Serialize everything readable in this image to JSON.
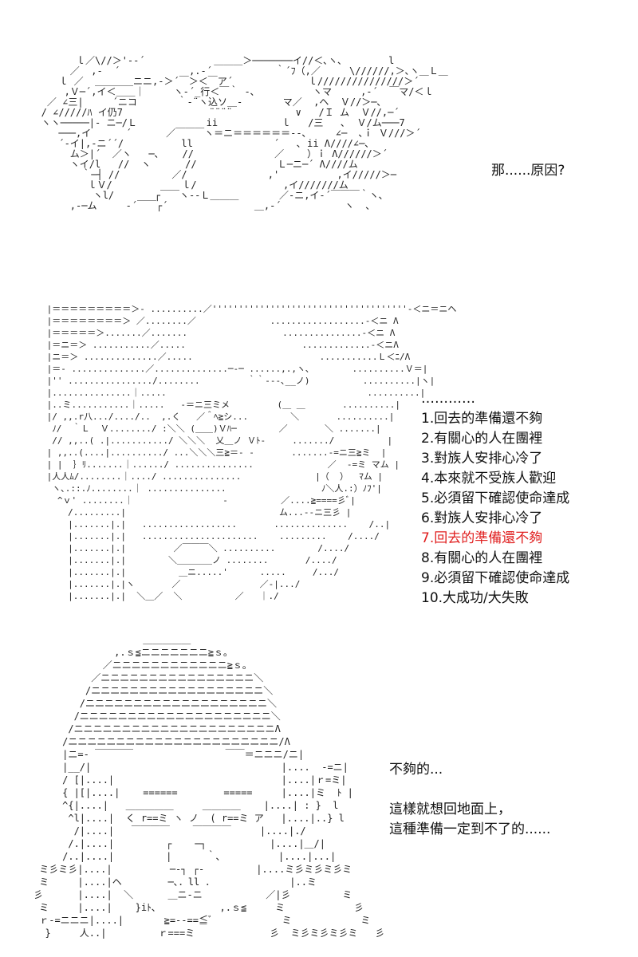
{
  "panel1": {
    "art": "         ｌ／\\//＞'‐‐´            ＿＿＿＞───────イ//＜､ヽ､        l\n        ／  ,‐  ´            ,.‐´           ｀´ﾌ（,／     \\//////,＞､ヽ＿Ｌ＿\n      ｌ ／  ＿＿＿＿ニニ,‐＞´￣＞＜￣ア´             ｌ///////////////＞´\n       ,Ｖ─´,イ＜＿＿｜     ヽ‐´_行＜￣｀ ‐､          ヽマ     ,‐´  ￣マ/＜ｌ\n    ／ ∠三|     ´ニコ       ｀‐¨ヽ込ソ＿‐       マ／  ,ヘ  Ｖ//＞─､\n   / ∠/////ﾊ イ仍7               ¨¨¨¨           ∨   /Ｉ ム  Ｖ//,─´\n   ヽヽ─────|‐ ニ─/Ｌ            ii           ｌ   /三   ､  Ｖ/ム───7\n      ───,イ      ´      ／￣￣￣ヽ＝ニ＝＝＝＝＝＝‐‐､     ∠─  ､ｉ Ｖ///＞´\n      ´‐イ|,‐ニ´´/          ll              ´   ､ ii Λ////∠─､\n        ム＞|´  ／ヽ   ─､    //              ／    ）ｉ Λ//////＞´\n        ヽイ/l   //  ヽ      //              Ｌ─ニ─´ Λ////ム\n          ｀─┤ //         ／/              ,'          ,イ/////＞─\n           ｌＶ/            ｌ/               ,イ///////ム\n            ヽl/       ┌￣￣ヽ‐‐Ｌ＿＿＿       ／‐ニ,イ‐´￣￣￣｀ヽ､\n        ,‐─ム     ‐´￣￣┌´               ＿,‐´           ヽ  ､",
    "caption": "那......原因?"
  },
  "panel2": {
    "art": " |＝＝＝＝＝＝＝＝＝＞‐ ..........／'''''''''''''''''''''''''''''''''''''‐＜ニ＝ニヘ\n |＝＝＝＝＝＝＝＝＞ ／........／              ..................‐＜ニ Λ\n |＝＝＝＝＝＞.......／.......                  ...............‐＜ニ Λ\n |＝ニ＝＞ ...........／.....                      .............‐＜ニΛ\n |ニ＝＞ ..............／.....                        ...........Ｌ＜ﾆ/Λ\n |＝‐ ..............／..............─‐─ ......,.,ヽ､        ..........Ｖ＝|\n |'' ................/........         ｀｀‐‐‐､__ノ)          ..........|ヽ|\n |...............｜.....                                      ..........|\n |..ミ...........｜.....   ‐＝ニ三ミメ         (＿ ＿       ..........|\n |/ ,,.r八.../..../..  ,.く   ／＾ﾍ≧シ...        ＼       ..........|\n  ﾉ/  ｀Ｌ  Ｖ......../ :＼＼ (＿＿)Ｖﾊ─        ／       ＼ .......|\n  // ,,..( .|.........../ ＼＼＼  乂＿ノ Ｖﾄ‐     ......./          |\n | ,,..(....|........../ ...＼＼＼三≧＝‐ ‐       .......‐=ニ三≧ミ  |\n | |  ｝ﾘ.......｜....../ ...............              ／  ‐=ミ マム |\n |人人ﾑ/........｜..../ ...............              |（  ）  ﾏム |\n  ヽ､.::.ﾉ........｜ ...............                  ﾉ＼人.:）ﾉﾌ'|\n   ^ｖ' ........｜                 ‐          ／....≧====彡ﾞ|\n     /.........|                             ム...‐‐ニ三彡 |\n     |.......|.|   ..................       ..............    /..|\n     |.......|.|   ......................    .........    /..../\n     |.......|.|         ／￣￣￣＼ ..........        /..../\n     |.......|.|        ＼＿＿＿＿ノ ........       /..../\n     |.......|.|          ＿ニ.....'      .....     /.../\n     |.......|.|ヽ       ／               ／‐|.../\n     |.......|.|  ＼＿／  ＼          ／   ｜./",
    "lines": [
      {
        "text": "…………",
        "color": "#111111"
      },
      {
        "text": "1.回去的準備還不夠",
        "color": "#111111"
      },
      {
        "text": "2.有關心的人在團裡",
        "color": "#111111"
      },
      {
        "text": "3.對族人安排心冷了",
        "color": "#111111"
      },
      {
        "text": "4.本來就不受族人歡迎",
        "color": "#111111"
      },
      {
        "text": "5.必須留下確認使命達成",
        "color": "#111111"
      },
      {
        "text": "6.對族人安排心冷了",
        "color": "#111111"
      },
      {
        "text": "7.回去的準備還不夠",
        "color": "#e02020"
      },
      {
        "text": "8.有關心的人在團裡",
        "color": "#111111"
      },
      {
        "text": "9.必須留下確認使命達成",
        "color": "#111111"
      },
      {
        "text": "10.大成功/大失敗",
        "color": "#111111"
      }
    ]
  },
  "panel3": {
    "art": "                   ＿＿＿＿＿\n              ,.ｓ≦ニニニニニニニ≧ｓ｡\n            ／ニニニニニニニニニニニニ≧ｓ｡\n          ／ニニニニニニニニニニニニニニニニ＼\n         /ニニニニニニニニニニニニニニニニニニ＼\n        /ニニニニニニニニニニニニニニニニニニニ＼\n       /ニニニニニニニニニニニニニニニニニニニニ＼\n      /ニニニニニニニニニニニニニニニニニニニニニΛ\n     /ニニニニニニニニニニニニニニニニニニニニニニ/Λ\n     |ニ=‐ ￣￣￣￣                ￣￣＝ニニニ/ニ|\n     |__/|                                 |....  ‐=ニ|\n     / [|....|                             |....|ｒ=ミ|\n     { |[|....|    ======        =====     |....|ミ  ﾄ |\n     ^{|....|   ＿＿＿＿＿     ＿＿＿＿    |....| : }  l\n      ^l|....|  く r==ミ ヽ ノ  ( r==ミ ア   |....|..} l\n       /|....|   ￣￣￣￣    ￣￣￣￣     |....|./ \n      /.|....|         ┌    ─┐           |....|＿/|\n     /..|....|         |      ｀､          |....|...|\n ミ彡ミ彡|....|          ─‐┐ ┌‐         |....ミ彡ミ彡ミ彡ミ\n ミ     |....|ヘ        ─､．ll ．             |..ミ\n彡      |....|  ＼      ＿ニ‐ニ           ／|彡         ミ\n ミ     |....|    }iﾄ､           ,.ｓ≦     ミ            彡\n ｒ‐=ニニニ|....|       ≧=‐‐==≦ﾞ            ミ            ミ\n  }     人..|         ｒ===ミ             彡  ミ彡ミ彡ミ彡ミ   彡",
    "caption_lines": [
      "不夠的...",
      "",
      "這樣就想回地面上，",
      "這種準備一定到不了的......"
    ]
  }
}
